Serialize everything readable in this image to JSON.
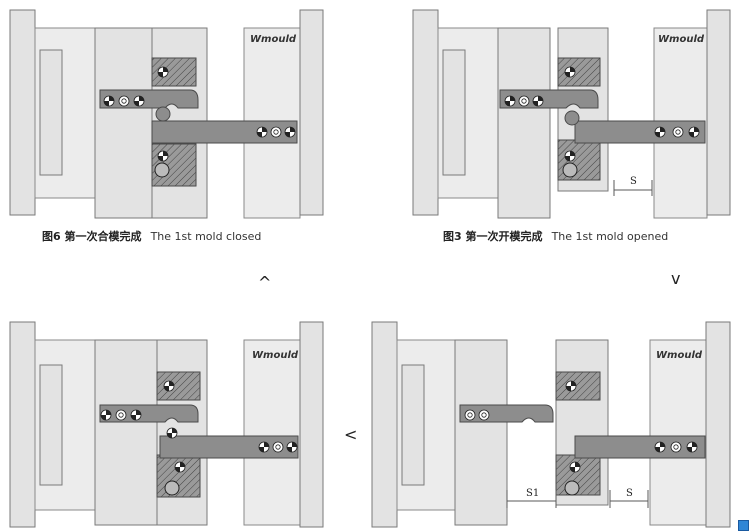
{
  "figures": [
    {
      "id": "fig6",
      "brand": "Wmould",
      "caption_cn": "图6 第一次合模完成",
      "caption_en": "The 1st mold closed"
    },
    {
      "id": "fig3",
      "brand": "Wmould",
      "caption_cn": "图3 第一次开模完成",
      "caption_en": "The 1st mold opened",
      "dim_labels": [
        "S"
      ]
    },
    {
      "id": "fig5",
      "brand": "Wmould"
    },
    {
      "id": "fig4",
      "brand": "Wmould",
      "dim_labels": [
        "S1",
        "S"
      ]
    }
  ],
  "flow_arrows": [
    {
      "id": "up",
      "glyph": "^"
    },
    {
      "id": "down",
      "glyph": "v"
    },
    {
      "id": "left",
      "glyph": "<"
    }
  ]
}
